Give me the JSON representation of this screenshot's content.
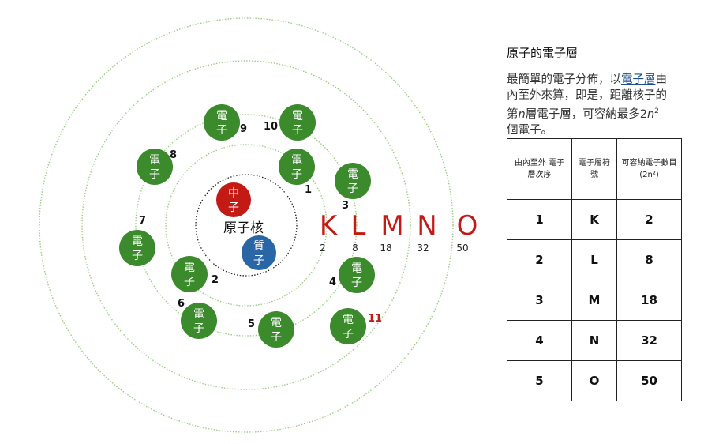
{
  "nucleus": {
    "label": "原子核",
    "neutron": [
      "中",
      "子"
    ],
    "proton": [
      "質",
      "子"
    ]
  },
  "electron_glyphs": [
    "電",
    "子"
  ],
  "electrons": [
    {
      "number": "1"
    },
    {
      "number": "2"
    },
    {
      "number": "3"
    },
    {
      "number": "4"
    },
    {
      "number": "5"
    },
    {
      "number": "6"
    },
    {
      "number": "7"
    },
    {
      "number": "8"
    },
    {
      "number": "9"
    },
    {
      "number": "10"
    },
    {
      "number": "11"
    }
  ],
  "shell_letters": [
    "K",
    "L",
    "M",
    "N",
    "O"
  ],
  "shell_capacities": [
    "2",
    "8",
    "18",
    "32",
    "50"
  ],
  "panel": {
    "title": "原子的電子層",
    "desc_pre": "最簡單的電子分佈，以",
    "desc_link": "電子層",
    "desc_mid": "由內至外來算，即是，距離核子的第",
    "desc_n": "n",
    "desc_mid2": "層電子層，可容納最多2",
    "desc_n2": "n",
    "desc_sup": "2",
    "desc_post": "個電子。"
  },
  "table": {
    "headers": [
      "由內至外 電子層次序",
      "電子層符號",
      "可容納電子數目(2n²)"
    ],
    "rows": [
      [
        "1",
        "K",
        "2"
      ],
      [
        "2",
        "L",
        "8"
      ],
      [
        "3",
        "M",
        "18"
      ],
      [
        "4",
        "N",
        "32"
      ],
      [
        "5",
        "O",
        "50"
      ]
    ]
  },
  "colors": {
    "electron": "#3b8a2c",
    "neutron": "#c41a16",
    "proton": "#2966a6",
    "shell_letter": "#c41a16",
    "highlight_number": "#c41a16",
    "ring": "#9ccc86"
  }
}
